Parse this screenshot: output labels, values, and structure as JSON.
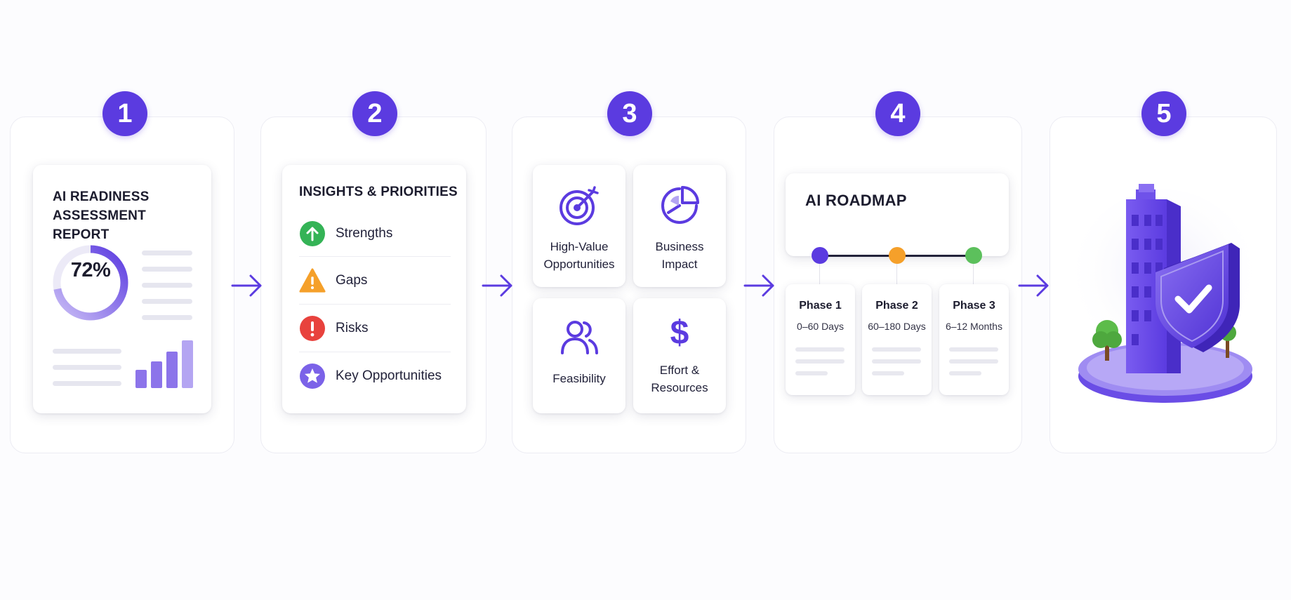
{
  "steps": [
    {
      "number": "1"
    },
    {
      "number": "2"
    },
    {
      "number": "3"
    },
    {
      "number": "4"
    },
    {
      "number": "5"
    }
  ],
  "report": {
    "title": "AI READINESS\nASSESSMENT REPORT",
    "score": "72%"
  },
  "insights": {
    "title": "INSIGHTS & PRIORITIES",
    "items": [
      {
        "label": "Strengths",
        "icon": "arrow-up-icon",
        "color": "#34b356"
      },
      {
        "label": "Gaps",
        "icon": "warning-icon",
        "color": "#f5a02a"
      },
      {
        "label": "Risks",
        "icon": "alert-icon",
        "color": "#e8423d"
      },
      {
        "label": "Key Opportunities",
        "icon": "star-icon",
        "color": "#7b62e8"
      }
    ]
  },
  "evaluation": {
    "tiles": [
      {
        "label": "High-Value\nOpportunities",
        "icon": "target-icon"
      },
      {
        "label": "Business\nImpact",
        "icon": "pie-chart-icon"
      },
      {
        "label": "Feasibility",
        "icon": "users-icon"
      },
      {
        "label": "Effort &\nResources",
        "icon": "dollar-icon"
      }
    ]
  },
  "roadmap": {
    "title": "AI ROADMAP",
    "phases": [
      {
        "name": "Phase 1",
        "duration": "0–60 Days",
        "color": "#5b3be0"
      },
      {
        "name": "Phase 2",
        "duration": "60–180 Days",
        "color": "#f5a02a"
      },
      {
        "name": "Phase 3",
        "duration": "6–12 Months",
        "color": "#5cc05c"
      }
    ]
  },
  "final": {
    "icon": "secure-building-icon"
  },
  "colors": {
    "accent": "#5b3be0",
    "accent_light": "#a99af0",
    "card_border": "#ececf3"
  }
}
